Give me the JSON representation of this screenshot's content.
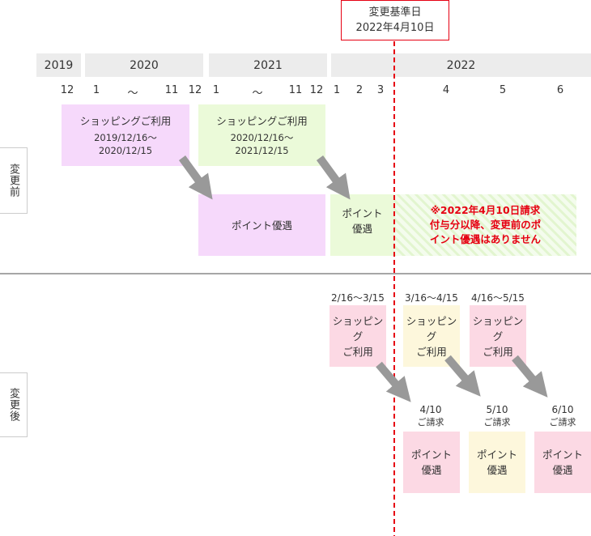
{
  "reference": {
    "title": "変更基準日",
    "date": "2022年4月10日"
  },
  "years": [
    "2019",
    "2020",
    "2021",
    "2022"
  ],
  "months": [
    "12",
    "1",
    "〜",
    "11",
    "12",
    "1",
    "〜",
    "11",
    "12",
    "1",
    "2",
    "3",
    "4",
    "5",
    "6"
  ],
  "before": {
    "label": "変更前",
    "usage": [
      {
        "title": "ショッピングご利用",
        "period1": "2019/12/16〜",
        "period2": "2020/12/15"
      },
      {
        "title": "ショッピングご利用",
        "period1": "2020/12/16〜",
        "period2": "2021/12/15"
      }
    ],
    "points": [
      {
        "line1": "ポイント優遇"
      },
      {
        "line1": "ポイント",
        "line2": "優遇"
      }
    ],
    "notice": {
      "line1": "※2022年4月10日請求",
      "line2": "付与分以降、変更前のポ",
      "line3": "イント優遇はありません"
    }
  },
  "after": {
    "label": "変更後",
    "periods": [
      "2/16〜3/15",
      "3/16〜4/15",
      "4/16〜5/15"
    ],
    "usage": {
      "line1": "ショッピング",
      "line2": "ご利用"
    },
    "billing": [
      {
        "date": "4/10",
        "label": "ご請求"
      },
      {
        "date": "5/10",
        "label": "ご請求"
      },
      {
        "date": "6/10",
        "label": "ご請求"
      }
    ],
    "points": {
      "line1": "ポイント",
      "line2": "優遇"
    }
  },
  "colors": {
    "red": "#e60012",
    "purple": "#f6d9fb",
    "green": "#ebfad9",
    "pink": "#fcd9e4",
    "yellow": "#fdf7dc",
    "arrow": "#999999"
  }
}
